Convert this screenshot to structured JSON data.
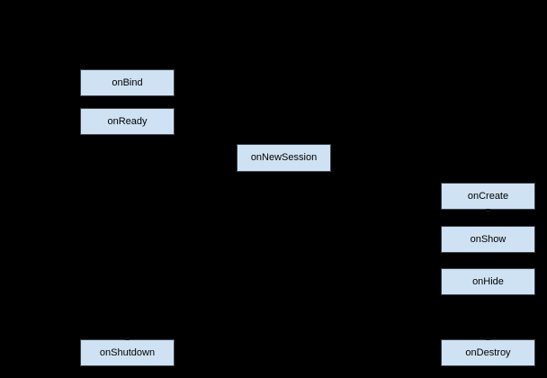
{
  "diagram": {
    "type": "lifecycle-flow",
    "background_color": "#000000",
    "node_fill_color": "#cfe2f3",
    "node_border_color": "#3a444c",
    "node_text_color": "#000000",
    "nodes": {
      "onBind": {
        "label": "onBind"
      },
      "onReady": {
        "label": "onReady"
      },
      "onNewSession": {
        "label": "onNewSession"
      },
      "onCreate": {
        "label": "onCreate"
      },
      "onShow": {
        "label": "onShow"
      },
      "onHide": {
        "label": "onHide"
      },
      "onDestroy": {
        "label": "onDestroy"
      },
      "onShutdown": {
        "label": "onShutdown"
      }
    }
  }
}
